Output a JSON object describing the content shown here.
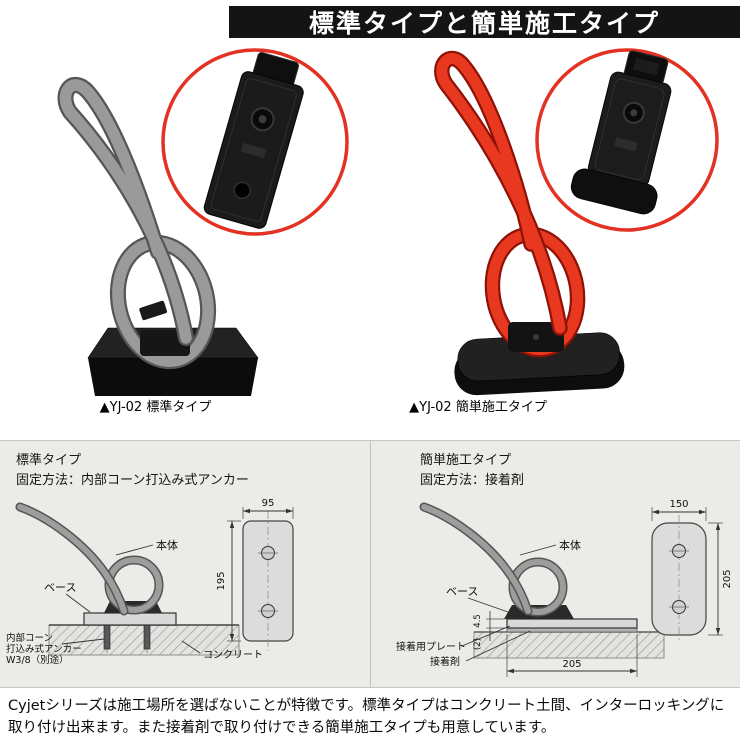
{
  "banner": {
    "title": "標準タイプと簡単施工タイプ"
  },
  "products": {
    "standard": {
      "caption": "▲YJ-02 標準タイプ"
    },
    "easy": {
      "caption": "▲YJ-02 簡単施工タイプ"
    }
  },
  "spec_standard": {
    "title": "標準タイプ",
    "method": "固定方法：内部コーン打込み式アンカー",
    "labels": {
      "body": "本体",
      "base": "ベース",
      "anchor1": "内部コーン",
      "anchor2": "打込み式アンカー",
      "anchor3": "W3/8（別途）",
      "concrete": "コンクリート"
    },
    "dims": {
      "plate_width": "95",
      "plate_length": "195"
    }
  },
  "spec_easy": {
    "title": "簡単施工タイプ",
    "method": "固定方法：接着剤",
    "labels": {
      "body": "本体",
      "base": "ベース",
      "plate": "接着用プレート",
      "adhesive": "接着剤"
    },
    "dims": {
      "plate_width": "150",
      "plate_length": "205",
      "base_span": "205",
      "plate_thickness": "4.5",
      "adhesive_thickness": "(2)"
    }
  },
  "footer": {
    "text": "Cyjetシリーズは施工場所を選ばないことが特徴です。標準タイプはコンクリート土間、インターロッキングに取り付け出来ます。また接着剤で取り付けできる簡単施工タイプも用意しています。"
  },
  "colors": {
    "standard_rack": "#9a9a9a",
    "easy_rack": "#e8381f",
    "inset_ring": "#e33122",
    "banner_bg": "#141414"
  }
}
